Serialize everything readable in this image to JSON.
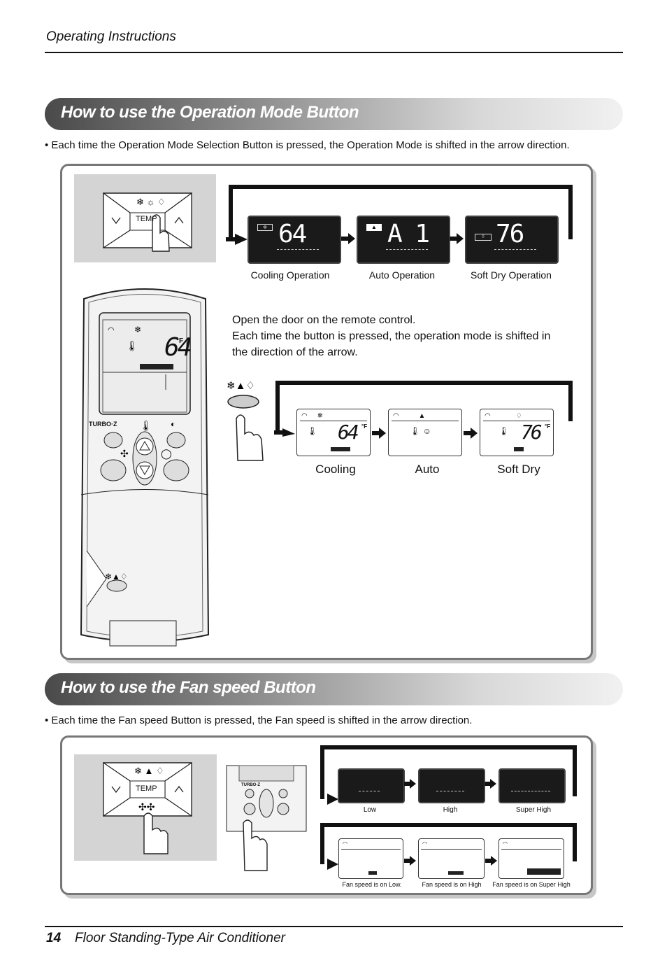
{
  "header": {
    "title": "Operating Instructions"
  },
  "section_mode": {
    "title": "How to use the Operation Mode Button",
    "bullet": "• Each time the Operation Mode Selection Button is pressed, the Operation Mode is shifted in the arrow direction.",
    "button_label": "TEMP",
    "unit_displays": [
      {
        "digits": "64",
        "caption": "Cooling Operation"
      },
      {
        "digits": "A 1",
        "caption": "Auto Operation"
      },
      {
        "digits": "76",
        "caption": "Soft Dry Operation"
      }
    ],
    "remote_lcd_temp": "64",
    "remote_lcd_unit": "°F",
    "remote_turbo": "TURBO·Z",
    "instruction": [
      "Open the door on the remote control.",
      "Each time the button is pressed, the operation mode is shifted in",
      "the direction of the arrow."
    ],
    "remote_displays": [
      {
        "digits": "64",
        "unit": "°F",
        "label": "Cooling"
      },
      {
        "digits": "",
        "unit": "",
        "label": "Auto"
      },
      {
        "digits": "76",
        "unit": "°F",
        "label": "Soft Dry"
      }
    ]
  },
  "section_fan": {
    "title": "How to use the Fan speed Button",
    "bullet": "• Each time the Fan speed Button is pressed, the Fan speed is shifted in the arrow direction.",
    "button_label": "TEMP",
    "remote_turbo": "TURBO-Z",
    "unit_displays": [
      {
        "caption": "Low"
      },
      {
        "caption": "High"
      },
      {
        "caption": "Super High"
      }
    ],
    "remote_displays": [
      {
        "caption": "Fan speed is on Low."
      },
      {
        "caption": "Fan speed is on High"
      },
      {
        "caption": "Fan speed is on Super High"
      }
    ]
  },
  "footer": {
    "page": "14",
    "title": "Floor Standing-Type Air Conditioner"
  }
}
